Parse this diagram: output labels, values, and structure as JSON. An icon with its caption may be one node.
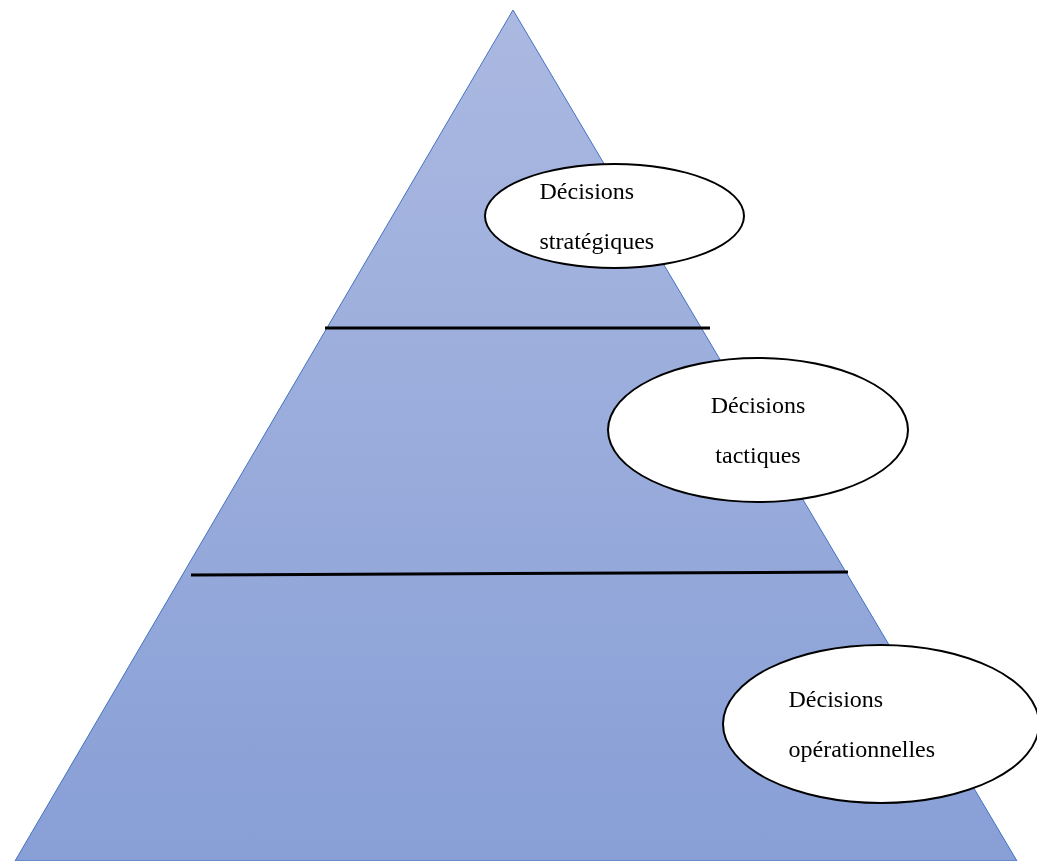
{
  "diagram": {
    "nodes": [
      {
        "text": [
          "Décisions stratégiques"
        ]
      },
      {
        "text": [
          "Décisions tactiques"
        ]
      },
      {
        "text": [
          "Décisions opérationnelles"
        ]
      }
    ],
    "edges": []
  }
}
